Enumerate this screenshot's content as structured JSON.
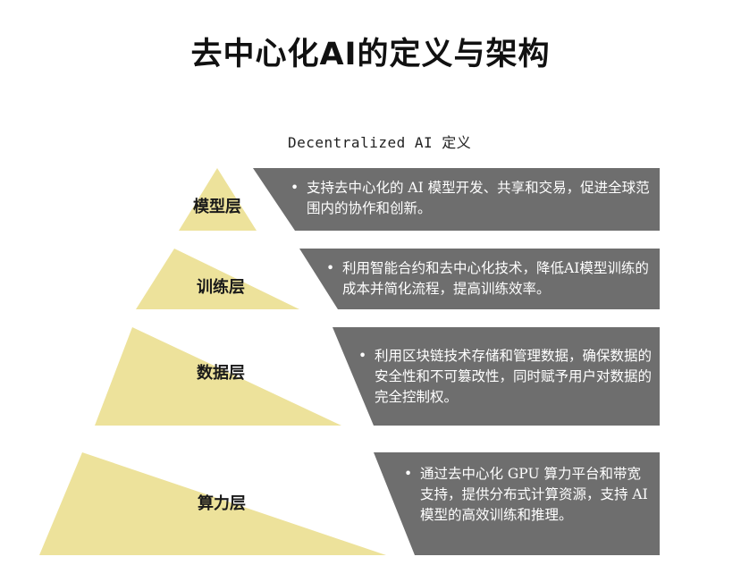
{
  "title": "去中心化AI的定义与架构",
  "subtitle": "Decentralized AI 定义",
  "bullet": "•",
  "colors": {
    "tier_fill": "#ede29b",
    "desc_fill": "#6e6e6e",
    "desc_text": "#ffffff"
  },
  "tiers": [
    {
      "label": "模型层",
      "description": "支持去中心化的 AI 模型开发、共享和交易，促进全球范围内的协作和创新。"
    },
    {
      "label": "训练层",
      "description": "利用智能合约和去中心化技术，降低AI模型训练的成本并简化流程，提高训练效率。"
    },
    {
      "label": "数据层",
      "description": "利用区块链技术存储和管理数据，确保数据的安全性和不可篡改性，同时赋予用户对数据的完全控制权。"
    },
    {
      "label": "算力层",
      "description": "通过去中心化 GPU 算力平台和带宽支持，提供分布式计算资源，支持 AI 模型的高效训练和推理。"
    }
  ]
}
